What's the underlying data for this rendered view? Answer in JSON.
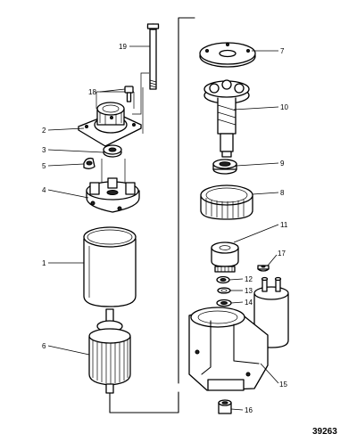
{
  "figure_number": "39263",
  "callouts": [
    "1",
    "2",
    "3",
    "4",
    "5",
    "6",
    "7",
    "8",
    "9",
    "10",
    "11",
    "12",
    "13",
    "14",
    "15",
    "16",
    "17",
    "18",
    "19"
  ]
}
